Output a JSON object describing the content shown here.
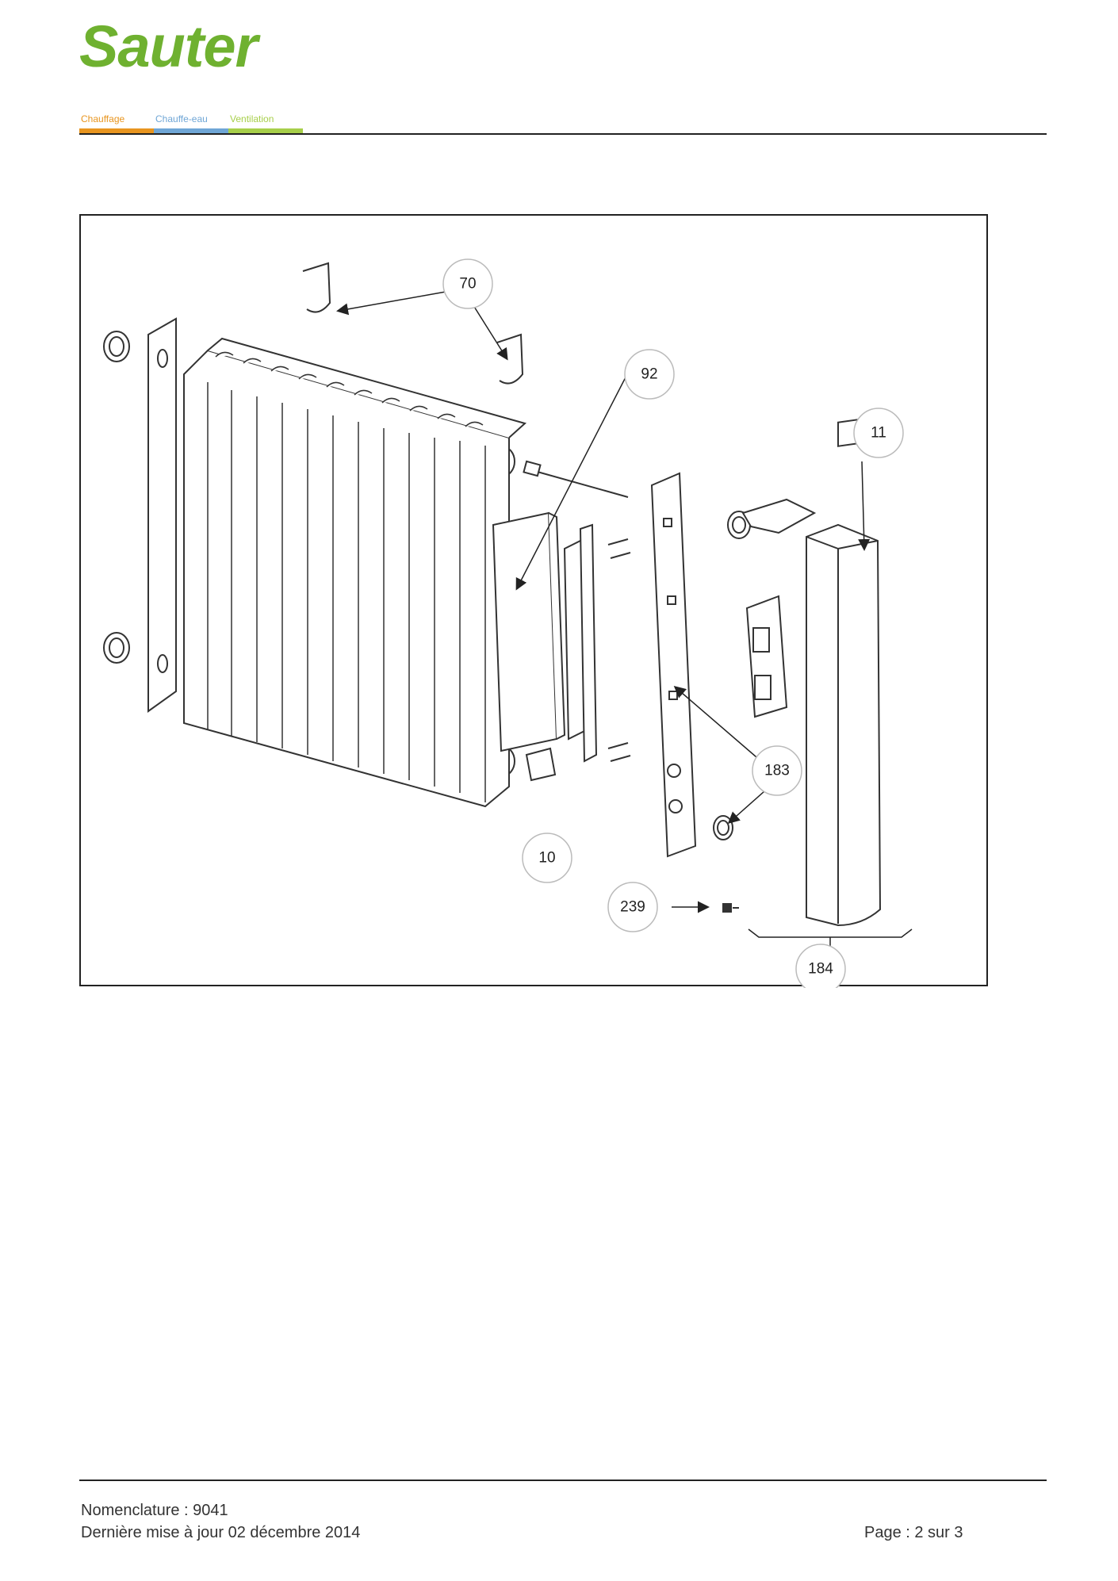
{
  "header": {
    "brand": "Sauter",
    "tabs": [
      {
        "label": "Chauffage",
        "color": "#e8951f"
      },
      {
        "label": "Chauffe-eau",
        "color": "#6fa6d6"
      },
      {
        "label": "Ventilation",
        "color": "#a7cf4a"
      }
    ],
    "brand_color": "#6fb130"
  },
  "diagram": {
    "callouts": [
      "70",
      "92",
      "11",
      "183",
      "10",
      "239",
      "184"
    ]
  },
  "footer": {
    "nomenclature": "Nomenclature : 9041",
    "updated": "Dernière mise à jour 02 décembre 2014",
    "page": "Page : 2 sur 3"
  }
}
